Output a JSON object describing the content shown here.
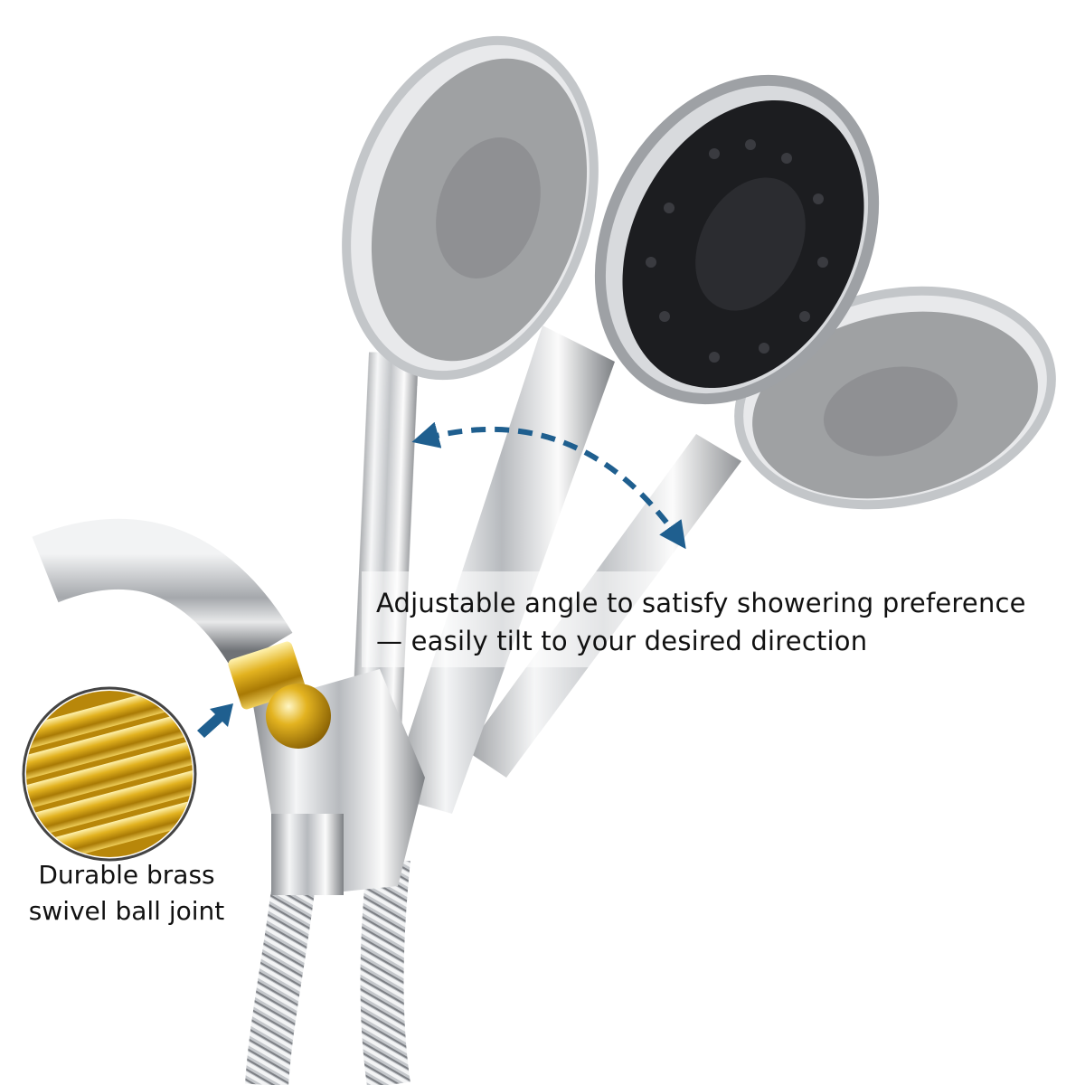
{
  "captions": {
    "angle_line1": "Adjustable angle to satisfy showering preference",
    "angle_line2": "— easily tilt to your desired direction",
    "brass_line1": "Durable brass",
    "brass_line2": "swivel ball joint"
  },
  "colors": {
    "accent_blue": "#1f5f8f",
    "brass_gold": "#d4a017",
    "chrome": "#c9ccd0",
    "face_dark": "#1c1d20",
    "face_ghost": "#8d8f92"
  },
  "icons": [
    "curved-double-arrow-icon",
    "arrow-pointer-icon"
  ]
}
